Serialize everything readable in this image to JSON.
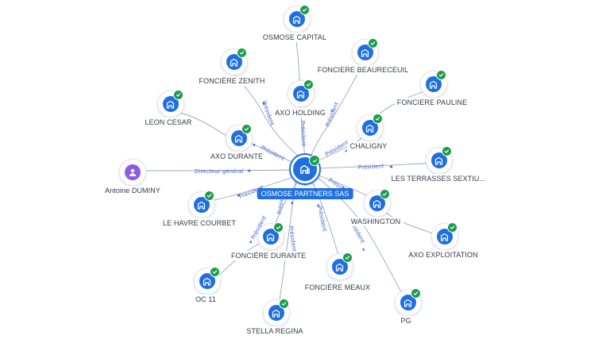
{
  "center": {
    "name": "OSMOSE PARTNERS SAS",
    "icon": "building-icon",
    "verified": true
  },
  "person": {
    "name": "Antoine DUMINY",
    "icon": "person-icon",
    "role": "Directeur général"
  },
  "companies": [
    {
      "id": "osmose-capital",
      "name": "OSMOSE CAPITAL",
      "relation": ""
    },
    {
      "id": "fonciere-zenith",
      "name": "FONCIÈRE ZENITH",
      "relation": "Président"
    },
    {
      "id": "fonciere-beaureceuil",
      "name": "FONCIERE BEAURECEUIL",
      "relation": "Président"
    },
    {
      "id": "axo-holding",
      "name": "AXO HOLDING",
      "relation": "Président"
    },
    {
      "id": "fonciere-pauline",
      "name": "FONCIERE PAULINE",
      "relation": ""
    },
    {
      "id": "leon-cesar",
      "name": "LEON CESAR",
      "relation": ""
    },
    {
      "id": "chaligny",
      "name": "CHALIGNY",
      "relation": "Président"
    },
    {
      "id": "axo-durante",
      "name": "AXO DURANTE",
      "relation": "Président"
    },
    {
      "id": "les-terrasses",
      "name": "LES TERRASSES SEXTIU...",
      "relation": "Président"
    },
    {
      "id": "le-havre-courbet",
      "name": "LE HAVRE COURBET",
      "relation": "Président"
    },
    {
      "id": "washington",
      "name": "WASHINGTON",
      "relation": "Président"
    },
    {
      "id": "fonciere-durante",
      "name": "FONCIÈRE DURANTE",
      "relation": "Président"
    },
    {
      "id": "axo-exploitation",
      "name": "AXO EXPLOITATION",
      "relation": ""
    },
    {
      "id": "oc-11",
      "name": "OC 11",
      "relation": ""
    },
    {
      "id": "fonciere-meaux",
      "name": "FONCIÈRE MEAUX",
      "relation": "Président"
    },
    {
      "id": "stella-regina",
      "name": "STELLA REGINA",
      "relation": ""
    },
    {
      "id": "pg",
      "name": "PG",
      "relation": "Président"
    }
  ],
  "secondary_labels": {
    "stella": "Président",
    "durante2": "Président"
  },
  "colors": {
    "accent": "#1f6fe0",
    "verified": "#1d9b4e",
    "person": "#8a5be6",
    "edge_label": "#3d68c9"
  }
}
